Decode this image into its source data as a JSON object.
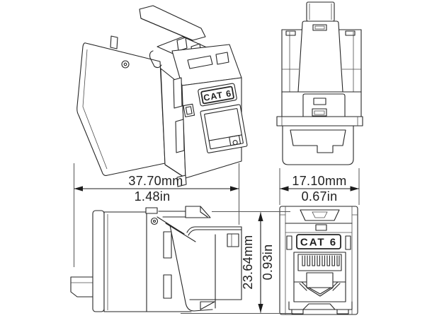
{
  "labels": {
    "cat6_iso": "CAT 6",
    "cat6_front": "CAT 6"
  },
  "dimensions": {
    "width": {
      "mm": "37.70mm",
      "inches": "1.48in"
    },
    "depth": {
      "mm": "17.10mm",
      "inches": "0.67in"
    },
    "height": {
      "mm": "23.64mm",
      "inches": "0.93in"
    }
  },
  "colors": {
    "line": "#262626",
    "dimension_text": "#1f1f1f",
    "background": "#ffffff"
  }
}
